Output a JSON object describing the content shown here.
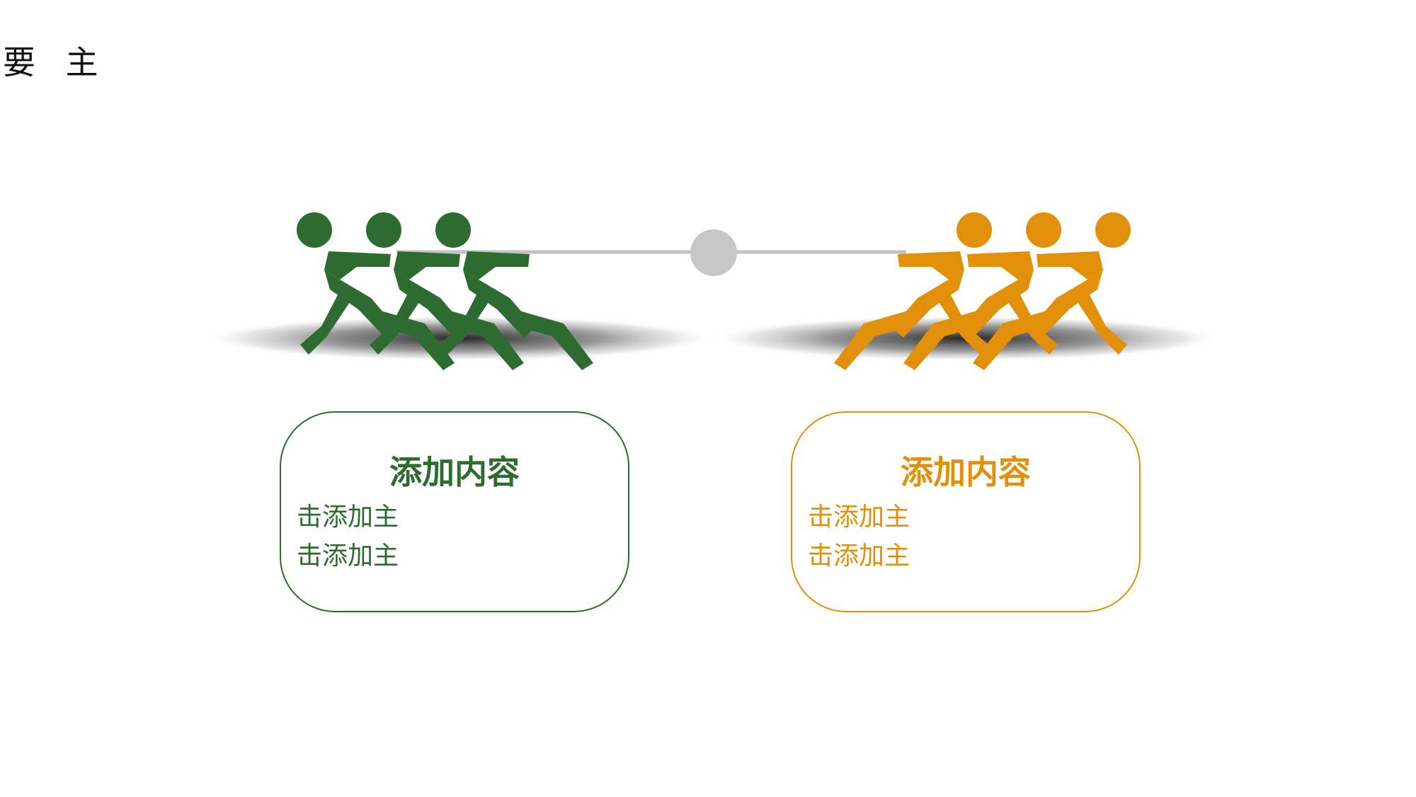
{
  "slide": {
    "title": "要 主"
  },
  "colors": {
    "team_left": "#2e6b30",
    "team_right": "#e2900a",
    "rope": "#c2c2c2",
    "knot": "#c6c6c6"
  },
  "icons": {
    "team_left": "tug-of-war-figures-icon",
    "team_right": "tug-of-war-figures-icon",
    "center": "rope-knot-icon"
  },
  "cards": [
    {
      "title": "添加内容",
      "lines": [
        "击添加主",
        "击添加主"
      ]
    },
    {
      "title": "添加内容",
      "lines": [
        "击添加主",
        "击添加主"
      ]
    }
  ]
}
